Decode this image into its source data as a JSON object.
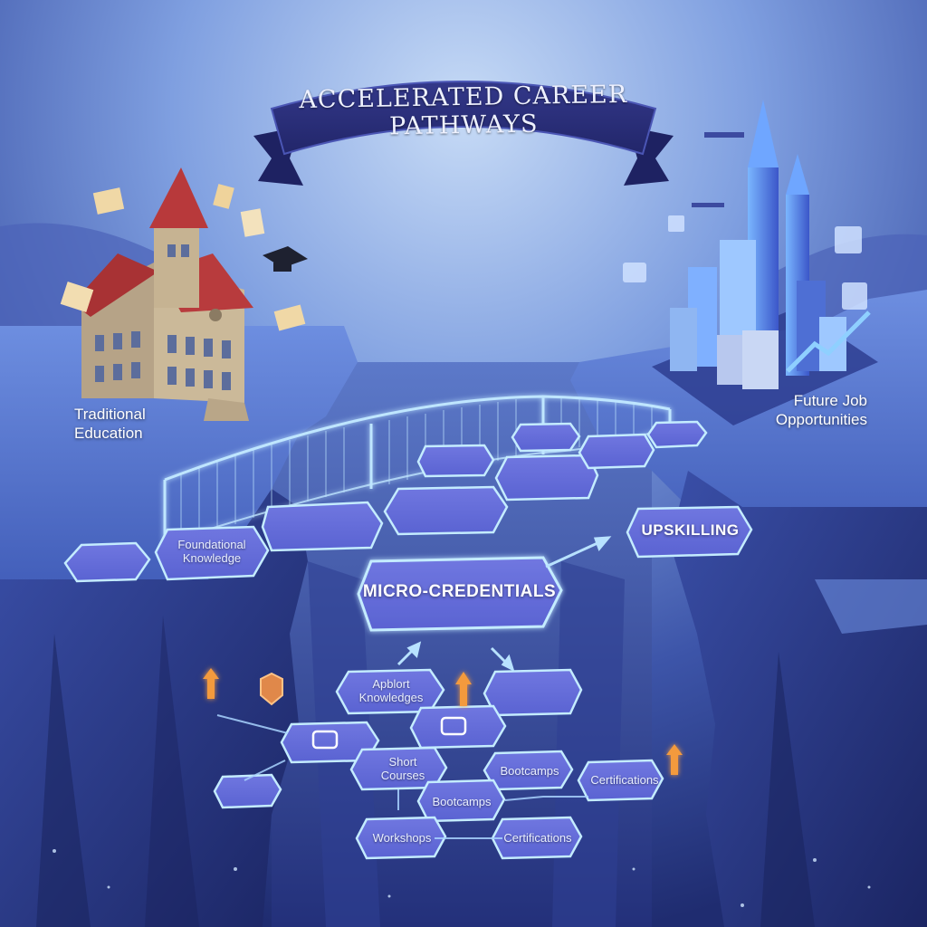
{
  "banner": {
    "title": "ACCELERATED CAREER PATHWAYS"
  },
  "left_cliff": {
    "label_line1": "Traditional",
    "label_line2": "Education"
  },
  "right_cliff": {
    "label_line1": "Future Job",
    "label_line2": "Opportunities"
  },
  "bridge": {
    "foundational_line1": "Foundational",
    "foundational_line2": "Knowledge"
  },
  "hub": {
    "micro_credentials": "MICRO-CREDENTIALS",
    "upskilling": "UPSKILLING"
  },
  "network": {
    "applied_line1": "Apblort",
    "applied_line2": "Knowledges",
    "short_line1": "Short",
    "short_line2": "Courses",
    "bootcamps_upper": "Bootcamps",
    "bootcamps_lower": "Bootcamps",
    "certifications_right": "Certifications",
    "certifications_lower": "Certifications",
    "workshops": "Workshops"
  },
  "colors": {
    "sky_top": "#a9c4ef",
    "sky_bottom": "#2c3f8c",
    "banner": "#2b2f78",
    "hex_top": "#8c93f0",
    "hex_edge": "#bfe6ff",
    "school_roof": "#b3383b",
    "school_wall": "#c9b596",
    "city": "#4f7de0"
  },
  "icons": [
    "graduation-cap-icon",
    "document-icon",
    "shield-icon",
    "arrow-up-icon",
    "video-play-icon",
    "people-icon",
    "growth-chart-icon",
    "drone-icon"
  ]
}
